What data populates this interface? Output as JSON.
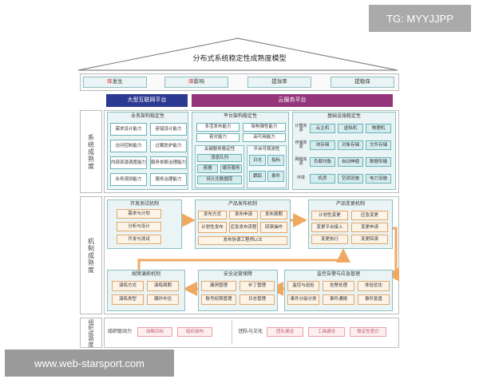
{
  "watermarks": {
    "top": "TG: MYYJJPP",
    "bottom": "www.web-starsport.com"
  },
  "title": "分布式系统稳定性成熟度模型",
  "goals": [
    {
      "lead": "降",
      "rest": "发生"
    },
    {
      "lead": "降",
      "rest": "影响"
    },
    {
      "lead": "",
      "rest": "提效率"
    },
    {
      "lead": "",
      "rest": "提稳保"
    }
  ],
  "platforms": {
    "internet": "大型互联网平台",
    "cloud": "云服务平台"
  },
  "rows": {
    "system": "系统成熟度",
    "mechanism": "机制成熟度",
    "org": "组织成熟度"
  },
  "system": {
    "business": {
      "title": "业务架构稳定性",
      "items": [
        "需求设计能力",
        "容错设计能力",
        "访问控制能力",
        "过载防护能力",
        "内部资源调度能力",
        "服务依赖治理能力",
        "业务观测能力",
        "服务治理能力"
      ]
    },
    "platform": {
      "title": "平台架构稳定性",
      "items": [
        "多活发布能力",
        "架构弹性能力",
        "容灾能力",
        "高可用能力"
      ],
      "kds": {
        "title": "关键服务稳定性",
        "items": [
          "消息队列",
          "容器",
          "缓存服务",
          "持久化数据库"
        ]
      },
      "obs": {
        "title": "平台可观测性",
        "items": [
          "日志",
          "指标",
          "跟踪",
          "事件"
        ]
      }
    },
    "infra": {
      "title": "基础设施稳定性",
      "groups": [
        {
          "label": "计算资源",
          "items": [
            "云主机",
            "虚拟机",
            "物理机"
          ]
        },
        {
          "label": "存储资源",
          "items": [
            "块存储",
            "对象存储",
            "文件存储"
          ]
        },
        {
          "label": "网络资源",
          "items": [
            "负载均衡",
            "自动伸缩",
            "数据传输"
          ]
        },
        {
          "label": "环境",
          "items": [
            "机房",
            "空调设施",
            "电力设施"
          ]
        }
      ]
    }
  },
  "mechanism": {
    "dev": {
      "title": "开发测试机制",
      "items": [
        "需求与计划",
        "分析与设计",
        "开发与测试"
      ]
    },
    "release": {
      "title": "产品发布机制",
      "items": [
        "发布方式",
        "发布申请",
        "发布周期",
        "计划性发布",
        "应急发布流程",
        "回滚操作",
        "发布协调工程师LCE"
      ]
    },
    "change": {
      "title": "产品变更机制",
      "items": [
        "计划性变更",
        "应急变更",
        "变更平台接入",
        "变更申请",
        "变更执行",
        "变更回滚"
      ]
    },
    "fault": {
      "title": "故障演练机制",
      "items": [
        "演练方式",
        "演练周期",
        "演练类型",
        "爆炸半径"
      ]
    },
    "security": {
      "title": "安全运营保障",
      "items": [
        "漏洞管理",
        "补丁管理",
        "账号权限管理",
        "日志管理"
      ]
    },
    "ops": {
      "title": "监控告警与应急管理",
      "items": [
        "监控与巡检",
        "告警处理",
        "体验优化",
        "事件分级分类",
        "事件通报",
        "事件复盘"
      ]
    }
  },
  "org": {
    "left": {
      "label": "组织驱动力",
      "items": [
        "战略目标",
        "组织架构"
      ]
    },
    "right": {
      "label": "团队与文化",
      "items": [
        "团队建设",
        "工具建设",
        "稳定性意识"
      ]
    }
  },
  "colors": {
    "teal": "#6ab2b8",
    "orange": "#e0a060",
    "navy": "#2b3990",
    "purple": "#94357b",
    "pink": "#e8a0a8"
  }
}
